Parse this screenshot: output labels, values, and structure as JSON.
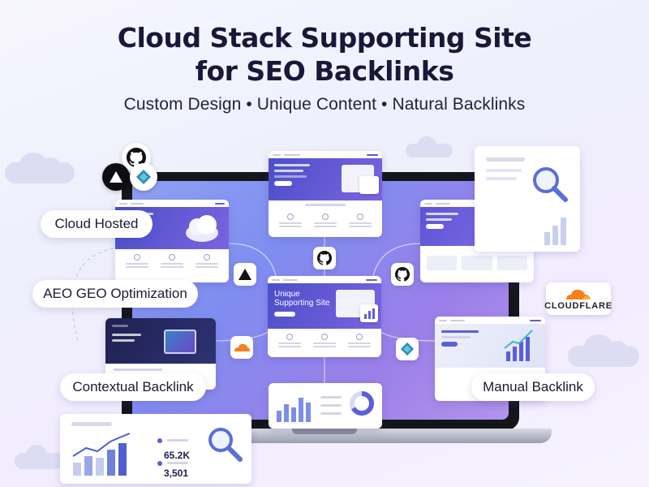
{
  "header": {
    "title_line1": "Cloud Stack Supporting Site",
    "title_line2": "for SEO Backlinks",
    "subtitle": "Custom Design • Unique Content • Natural Backlinks"
  },
  "labels": {
    "cloud_hosted": "Cloud Hosted",
    "aeo_geo": "AEO GEO Optimization",
    "contextual_backlink": "Contextual Backlink",
    "manual_backlink": "Manual Backlink"
  },
  "center_site": {
    "hero_line1": "Unique",
    "hero_line2": "Supporting Site"
  },
  "stats": {
    "value1": "65.2K",
    "value2": "3,501"
  },
  "cloudflare_logo": "CLOUDFLARE",
  "icons": [
    "github-icon",
    "vercel-icon",
    "netlify-icon",
    "cloudflare-icon",
    "search-icon",
    "cloud-icon",
    "bar-chart-icon",
    "line-chart-icon",
    "donut-chart-icon"
  ],
  "colors": {
    "accent": "#5b5fd6",
    "title": "#1a1838",
    "cloudflare_orange": "#f48120"
  }
}
